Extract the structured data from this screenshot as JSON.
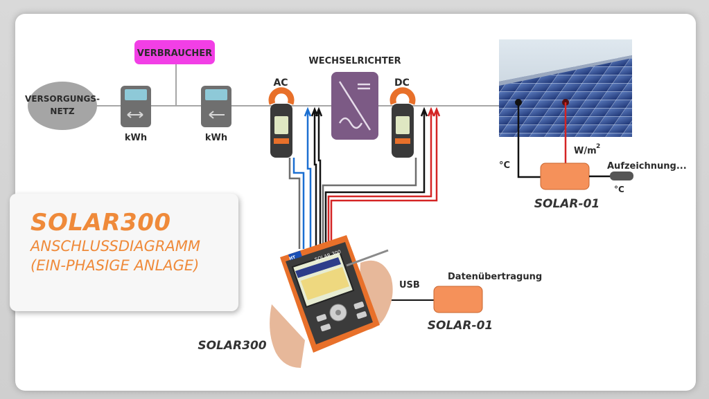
{
  "labels": {
    "grid": [
      "VERSORGUNGS-",
      "NETZ"
    ],
    "consumer": "VERBRAUCHER",
    "meter": "kWh",
    "inverter": "WECHSELRICHTER",
    "ac": "AC",
    "dc": "DC",
    "irradiance": "W/m",
    "irradiance_sup": "2",
    "temp": "°C",
    "recording": "Aufzeichnung...",
    "solar01": "SOLAR-01",
    "usb": "USB",
    "data_transfer": "Datenübertragung",
    "device": "SOLAR300",
    "device_screen_label": "SOLAR 300",
    "device_brand": "HT"
  },
  "title": {
    "main": "SOLAR300",
    "sub1": "ANSCHLUSSDIAGRAMM",
    "sub2": "(EIN-PHASIGE ANLAGE)"
  },
  "colors": {
    "consumer": "#f23fe6",
    "inverter": "#7c5a85",
    "solar01": "#f5915a",
    "title": "#ef8a3a",
    "wire_blue": "#1b6fd1",
    "wire_red": "#d42424",
    "wire_black": "#111111",
    "wire_gray": "#6e6e6e",
    "device_orange": "#e8702a"
  }
}
